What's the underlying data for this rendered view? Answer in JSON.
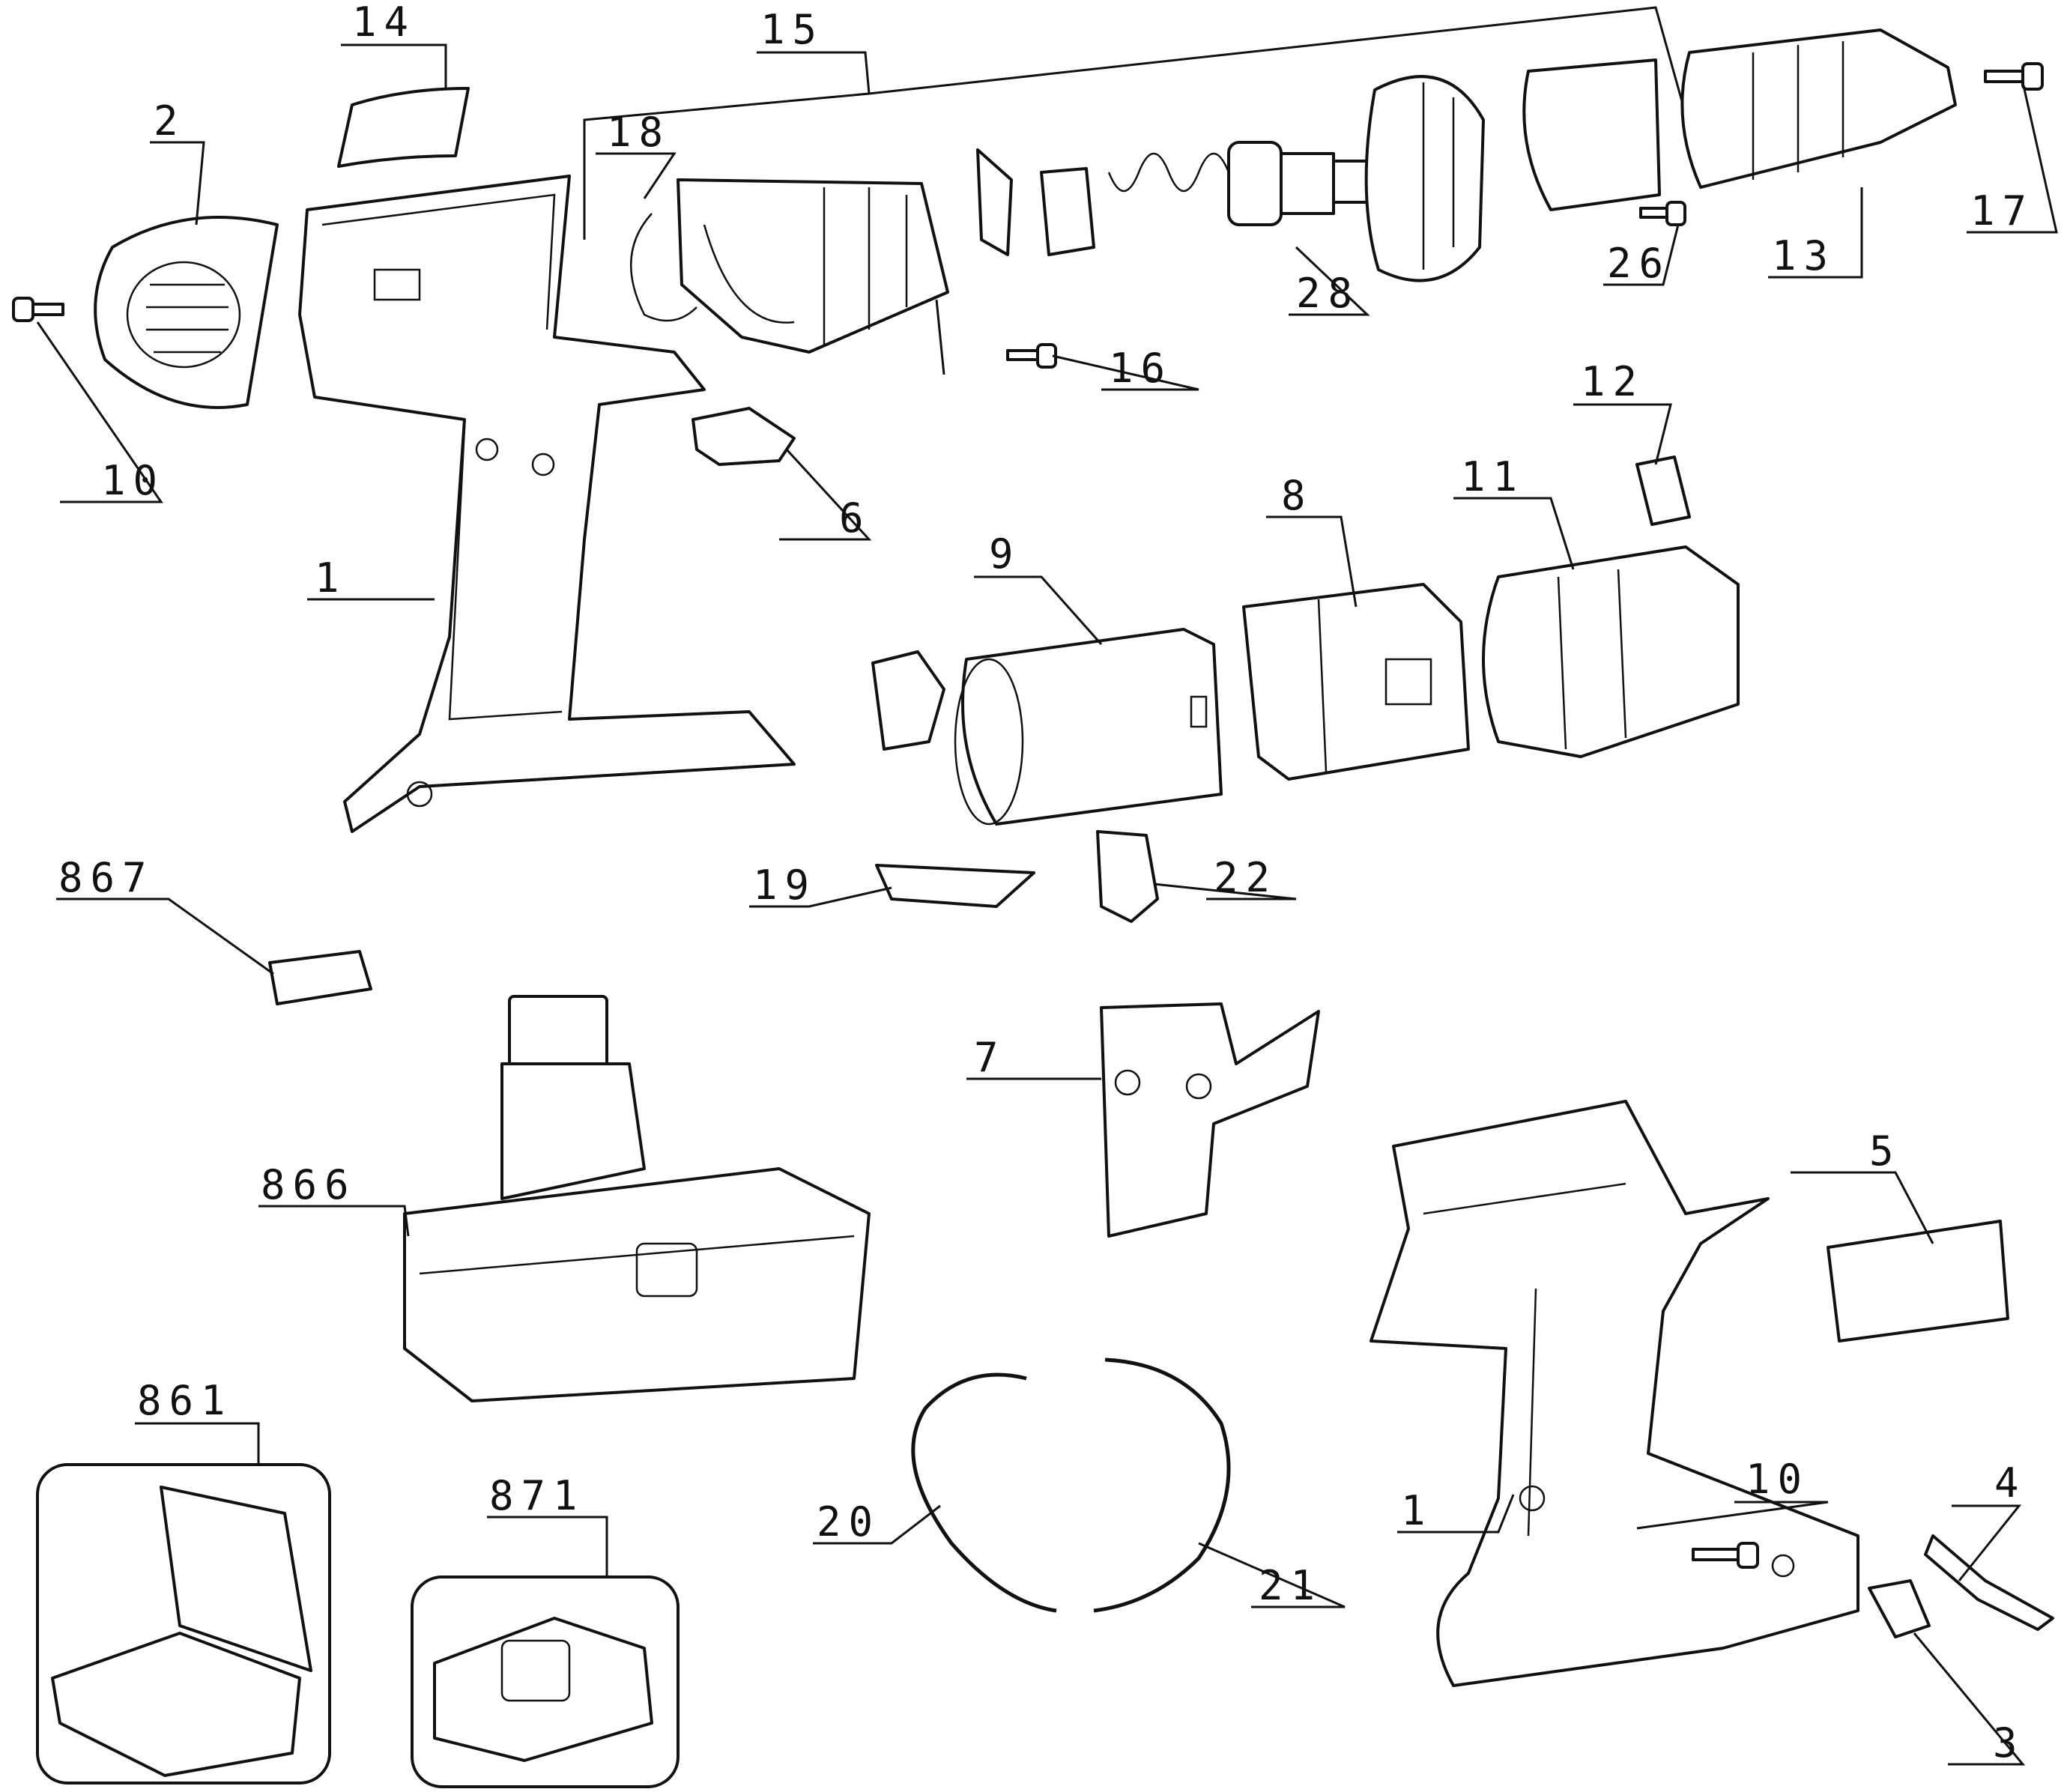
{
  "diagram": {
    "callouts": [
      "14",
      "2",
      "15",
      "18",
      "13",
      "17",
      "28",
      "26",
      "16",
      "10",
      "12",
      "6",
      "8",
      "11",
      "9",
      "1",
      "867",
      "19",
      "22",
      "7",
      "866",
      "5",
      "861",
      "871",
      "20",
      "21",
      "10",
      "4",
      "3",
      "1"
    ]
  },
  "colors": {
    "line": "#111111",
    "background": "#ffffff"
  }
}
